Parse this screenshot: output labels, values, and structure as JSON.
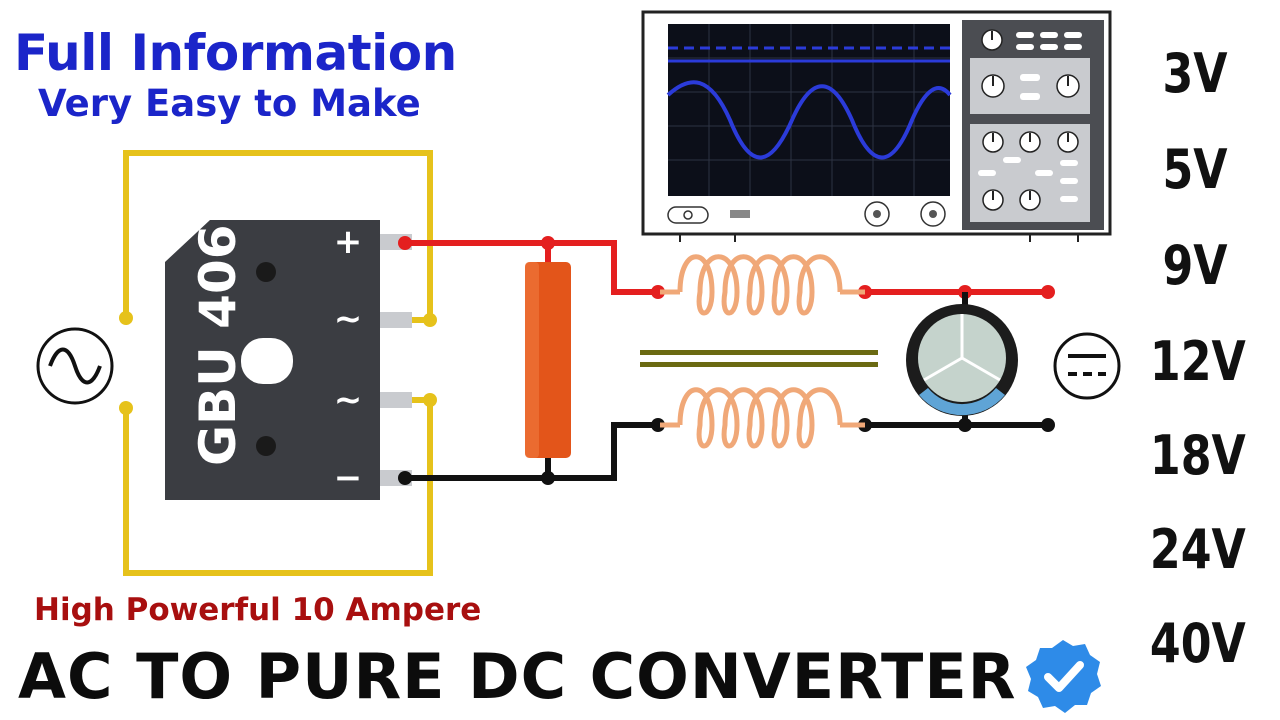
{
  "title": {
    "line1": "Full Information",
    "line2": "Very Easy to Make",
    "power": "High Powerful 10 Ampere",
    "main": "AC TO PURE DC CONVERTER"
  },
  "bridge": {
    "label": "GBU 406",
    "pins": [
      "+",
      "~",
      "~",
      "−"
    ]
  },
  "voltages": [
    "3V",
    "5V",
    "9V",
    "12V",
    "18V",
    "24V",
    "40V"
  ],
  "symbols": {
    "ac": "ac-source-symbol",
    "dc": "dc-output-symbol",
    "badge": "verified-badge-icon"
  },
  "colors": {
    "heading": "#1b25c9",
    "power_text": "#a80f0f",
    "wire_yellow": "#e6c21b",
    "wire_red": "#e41f1f",
    "wire_black": "#111111",
    "chip": "#3b3d42",
    "resistor": "#e3551a",
    "coil": "#f0a878",
    "core": "#6b6a12",
    "scope_screen": "#0c0f19",
    "scope_wave": "#2b3bd9",
    "badge": "#2e8be8"
  }
}
